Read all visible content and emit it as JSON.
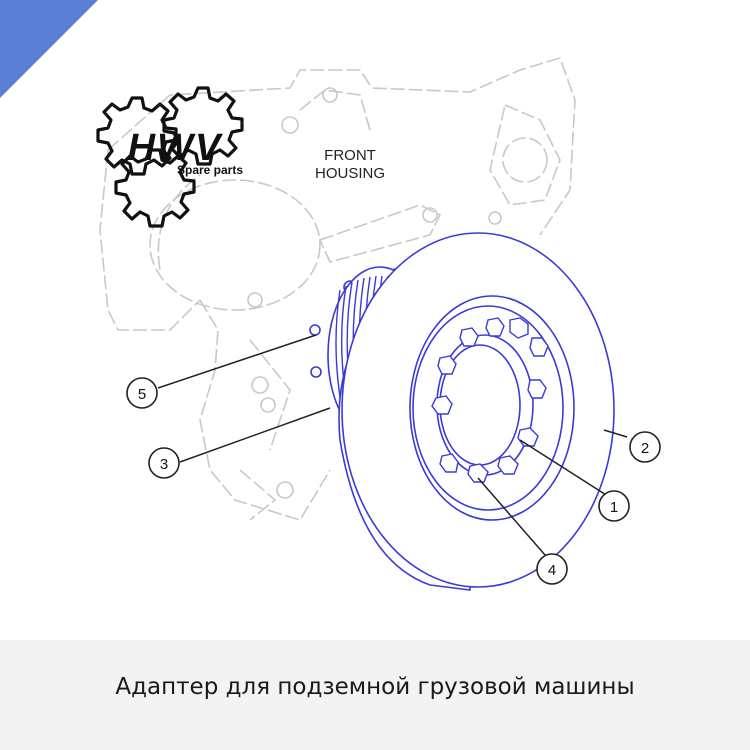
{
  "logo": {
    "brand": "HWV",
    "subtitle": "Spare parts"
  },
  "diagram": {
    "housing_label_line1": "FRONT",
    "housing_label_line2": "HOUSING",
    "callouts": [
      "1",
      "2",
      "3",
      "4",
      "5"
    ]
  },
  "caption": "Адаптер для подземной грузовой машины",
  "colors": {
    "part": "#3a3ad8",
    "outline": "#c8c8c8",
    "corner": "#5b7fd4",
    "footer_bg": "#f3f3f3"
  }
}
